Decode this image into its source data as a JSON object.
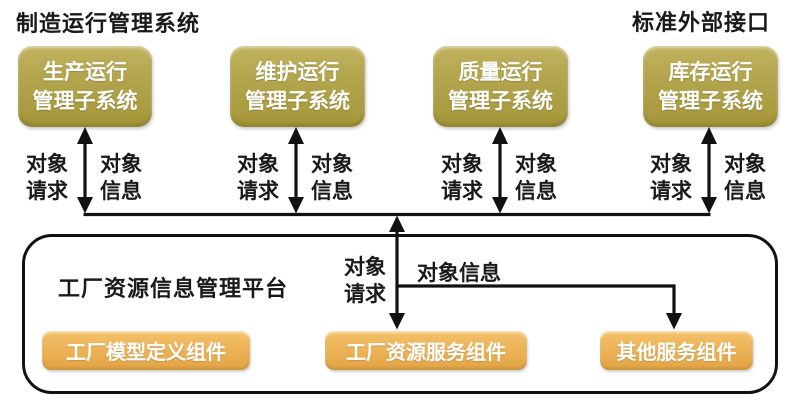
{
  "header": {
    "title_left": "制造运行管理系统",
    "title_right": "标准外部接口"
  },
  "subsystems": [
    {
      "label": "生产运行\n管理子系统"
    },
    {
      "label": "维护运行\n管理子系统"
    },
    {
      "label": "质量运行\n管理子系统"
    },
    {
      "label": "库存运行\n管理子系统"
    }
  ],
  "bus_labels": {
    "request": "对象\n请求",
    "info": "对象\n信息"
  },
  "platform": {
    "title": "工厂资源信息管理平台",
    "request_label": "对象\n请求",
    "info_label": "对象信息",
    "components": [
      {
        "label": "工厂模型定义组件"
      },
      {
        "label": "工厂资源服务组件"
      },
      {
        "label": "其他服务组件"
      }
    ]
  },
  "colors": {
    "subsystem_fill": "#b2a44c",
    "component_fill": "#ecb257",
    "line": "#111111"
  }
}
